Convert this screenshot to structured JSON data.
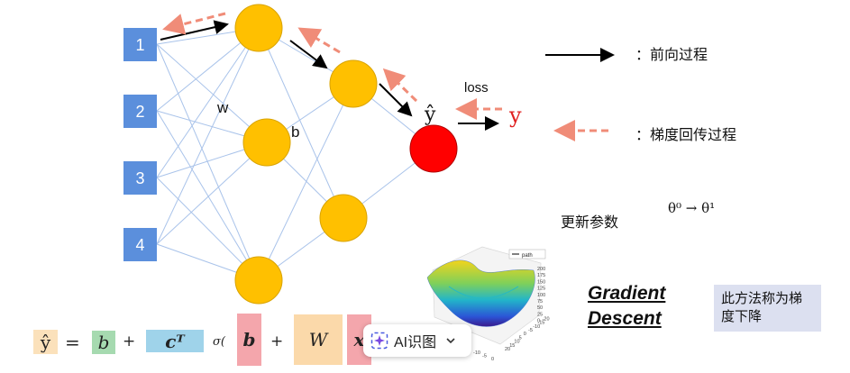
{
  "inputs": [
    "1",
    "2",
    "3",
    "4"
  ],
  "labels": {
    "w": "w",
    "b": "b",
    "yhat": "ŷ",
    "loss": "loss",
    "y": "y"
  },
  "legend": {
    "forward": "：前向过程",
    "backward": "：梯度回传过程",
    "update_label": "更新参数",
    "update_formula": "θ⁰ → θ¹"
  },
  "gradient_descent": {
    "line1": "Gradient",
    "line2": "Descent",
    "note": "此方法称为梯度下降"
  },
  "plot": {
    "legend_label": "path",
    "z_ticks": [
      "200",
      "175",
      "150",
      "125",
      "100",
      "75",
      "50",
      "25",
      "0"
    ],
    "x_ticks": [
      "-20",
      "-15",
      "-10",
      "-5",
      "0"
    ],
    "y_ticks": [
      "20",
      "15",
      "10",
      "5",
      "0",
      "-5",
      "-10",
      "-15",
      "-20"
    ]
  },
  "equation": {
    "yhat": "ŷ",
    "eq": "=",
    "b": "b",
    "plus1": "+",
    "cT": "cᵀ",
    "sigma": "σ(",
    "b_bold": "b",
    "plus2": "+",
    "W": "W",
    "x": "x"
  },
  "toolbar": {
    "label": "AI识图"
  },
  "colors": {
    "input_box": "#5b8fdc",
    "hidden_node": "#ffc000",
    "output_node": "#ff0000",
    "forward_arrow": "#000000",
    "backward_arrow": "#f08c78",
    "y_text": "#e02020",
    "note_bg": "#dce0f0",
    "eq_yhat_bg": "#fbe1bb",
    "eq_b_bg": "#a6dab0",
    "eq_cT_bg": "#9fd3ea",
    "eq_bbold_bg": "#f4a6ac",
    "eq_W_bg": "#fbd9aa"
  }
}
